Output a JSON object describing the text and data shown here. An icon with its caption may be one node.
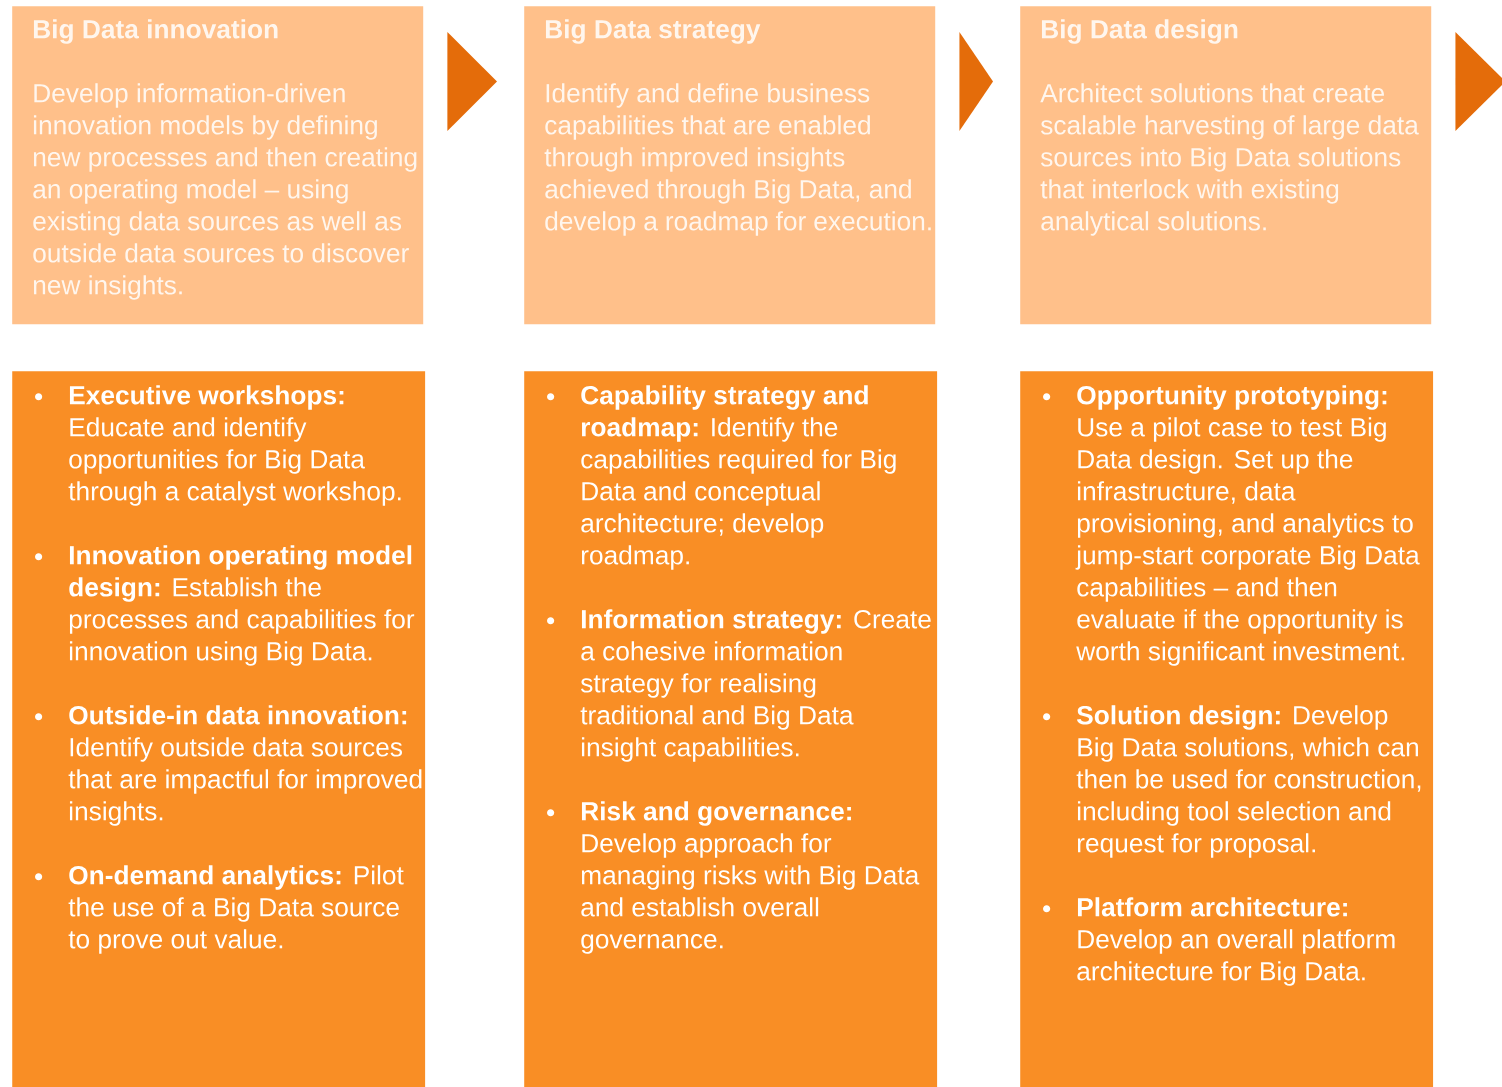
{
  "diagram": {
    "nodes": [
      {
        "text": [
          "Big Data innovation",
          "Develop information-driven innovation models by defining new processes and then creating an operating model – using existing data sources as well as outside data sources to discover new insights."
        ]
      },
      {
        "text": [
          "Big Data strategy",
          "Identify and define business capabilities that are enabled through improved insights achieved through Big Data, and develop a roadmap for execution."
        ]
      },
      {
        "text": [
          "Big Data design",
          "Architect solutions that create scalable harvesting of large data sources into Big Data solutions that interlock with existing analytical solutions."
        ]
      },
      {
        "text": [
          "**Executive workshops:** Educate and identify opportunities for Big Data through a catalyst workshop.",
          "**Innovation operating model design:** Establish the processes and capabilities for innovation using Big Data.",
          "**Outside-in data innovation:** Identify outside data sources that are impactful for improved insights.",
          "**On-demand analytics:** Pilot the use of a Big Data source to prove out value."
        ]
      },
      {
        "text": [
          "**Capability strategy and roadmap:** Identify the capabilities required for Big Data and conceptual architecture; develop roadmap.",
          "**Information strategy:** Create a cohesive information strategy for realising traditional and Big Data insight capabilities.",
          "**Risk and governance:** Develop approach for managing risks with Big Data and establish overall governance."
        ]
      },
      {
        "text": [
          "**Opportunity prototyping:** Use a pilot case to test Big Data design. Set up the infrastructure, data provisioning, and analytics to jump-start corporate Big Data capabilities – and then evaluate if the opportunity is worth significant investment.",
          "**Solution design:** Develop Big Data solutions, which can then be used for construction, including tool selection and request for proposal.",
          "**Platform architecture:** Develop an overall platform architecture for Big Data."
        ]
      }
    ],
    "edges": [
      {
        "from": 0,
        "to": 1,
        "arrow": "to"
      },
      {
        "from": 1,
        "to": 2,
        "arrow": "to"
      },
      {
        "from": 2,
        "to": null,
        "arrow": "to"
      }
    ]
  }
}
